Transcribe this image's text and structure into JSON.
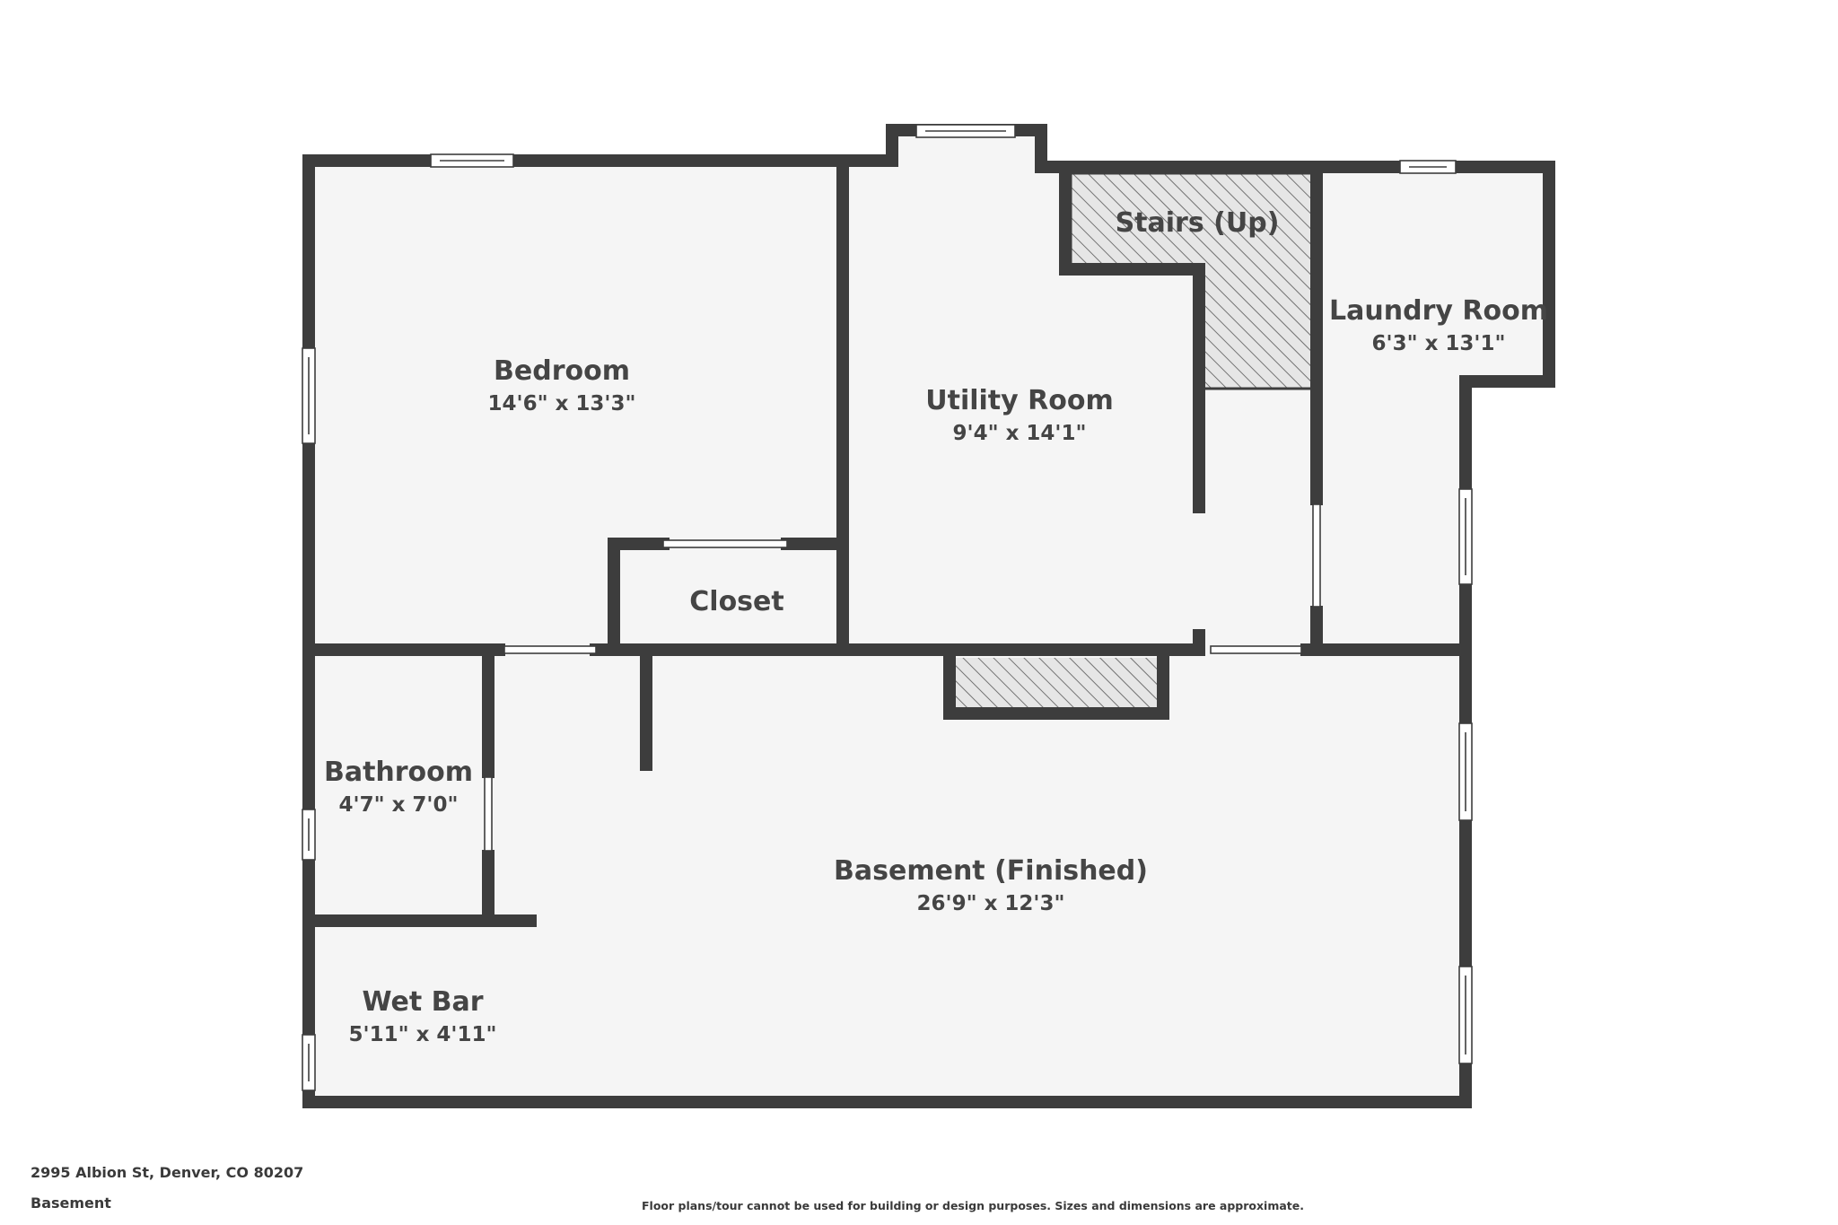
{
  "floor_plan": {
    "rooms": [
      {
        "name": "Bedroom",
        "dimensions": "14'6\" x 13'3\""
      },
      {
        "name": "Utility Room",
        "dimensions": "9'4\" x 14'1\""
      },
      {
        "name": "Stairs (Up)",
        "dimensions": ""
      },
      {
        "name": "Laundry Room",
        "dimensions": "6'3\" x 13'1\""
      },
      {
        "name": "Closet",
        "dimensions": ""
      },
      {
        "name": "Bathroom",
        "dimensions": "4'7\" x 7'0\""
      },
      {
        "name": "Basement (Finished)",
        "dimensions": "26'9\" x 12'3\""
      },
      {
        "name": "Wet Bar",
        "dimensions": "5'11\" x 4'11\""
      }
    ]
  },
  "footer": {
    "address": "2995 Albion St, Denver, CO 80207",
    "floor": "Basement",
    "disclaimer": "Floor plans/tour cannot be used for building or design purposes. Sizes and dimensions are approximate."
  },
  "colors": {
    "wall": "#3d3d3d",
    "floor": "#f5f5f5",
    "text": "#454545",
    "hatch": "#555555"
  }
}
